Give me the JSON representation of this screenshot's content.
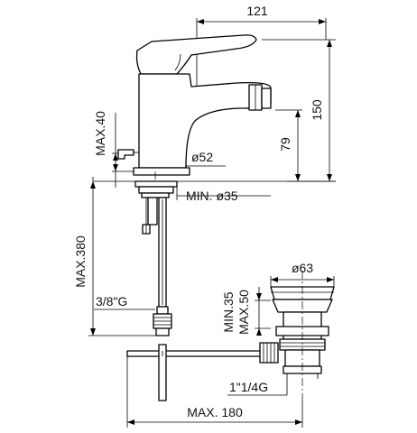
{
  "drawing": {
    "labels": {
      "width_total": "121",
      "height_total": "150",
      "spout_height": "79",
      "max_lever": "MAX.40",
      "body_diameter": "ø52",
      "hole_diameter": "MIN. ø35",
      "hose_length": "MAX.380",
      "hose_thread": "3/8\"G",
      "waste_diameter": "ø63",
      "waste_min": "MIN.35",
      "waste_max": "MAX.50",
      "waste_thread": "1\"1/4G",
      "rod_max": "MAX. 180"
    },
    "colors": {
      "line": "#000000",
      "background": "#ffffff"
    }
  }
}
